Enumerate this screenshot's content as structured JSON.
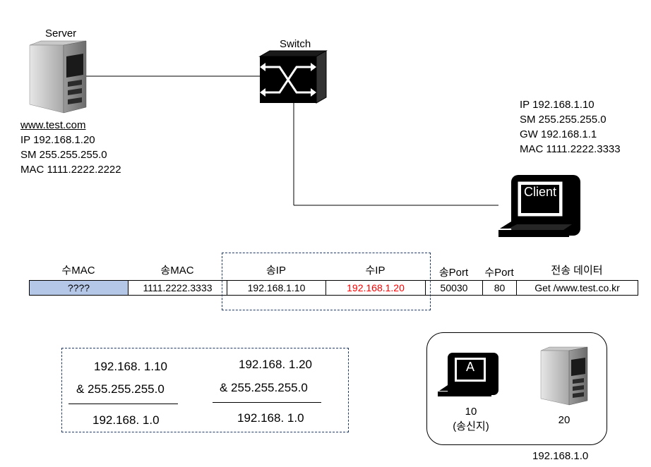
{
  "server": {
    "label": "Server",
    "url": "www.test.com",
    "ip": "IP 192.168.1.20",
    "sm": "SM 255.255.255.0",
    "mac": "MAC 1111.2222.2222"
  },
  "switch": {
    "label": "Switch"
  },
  "client": {
    "label": "Client",
    "ip": "IP 192.168.1.10",
    "sm": "SM 255.255.255.0",
    "gw": "GW 192.168.1.1",
    "mac": "MAC 1111.2222.3333"
  },
  "packet": {
    "headers": [
      "수MAC",
      "송MAC",
      "송IP",
      "수IP",
      "송Port",
      "수Port",
      "전송 데이터"
    ],
    "values": [
      "????",
      "1111.2222.3333",
      "192.168.1.10",
      "192.168.1.20",
      "50030",
      "80",
      "Get /www.test.co.kr"
    ],
    "colors": {
      "mac_fill": "#b4c7e7",
      "dest_ip_text": "#ff0000",
      "dashed_border": "#1f3864"
    }
  },
  "calc": {
    "left": {
      "a": "192.168.   1.10",
      "b": "& 255.255.255.0",
      "result": "192.168.   1.0"
    },
    "right": {
      "a": "192.168.   1.20",
      "b": "& 255.255.255.0",
      "result": "192.168.   1.0"
    }
  },
  "network": {
    "host_a_label": "A",
    "host_a_number": "10",
    "host_a_caption": "(송신지)",
    "server_number": "20",
    "network_address": "192.168.1.0"
  }
}
